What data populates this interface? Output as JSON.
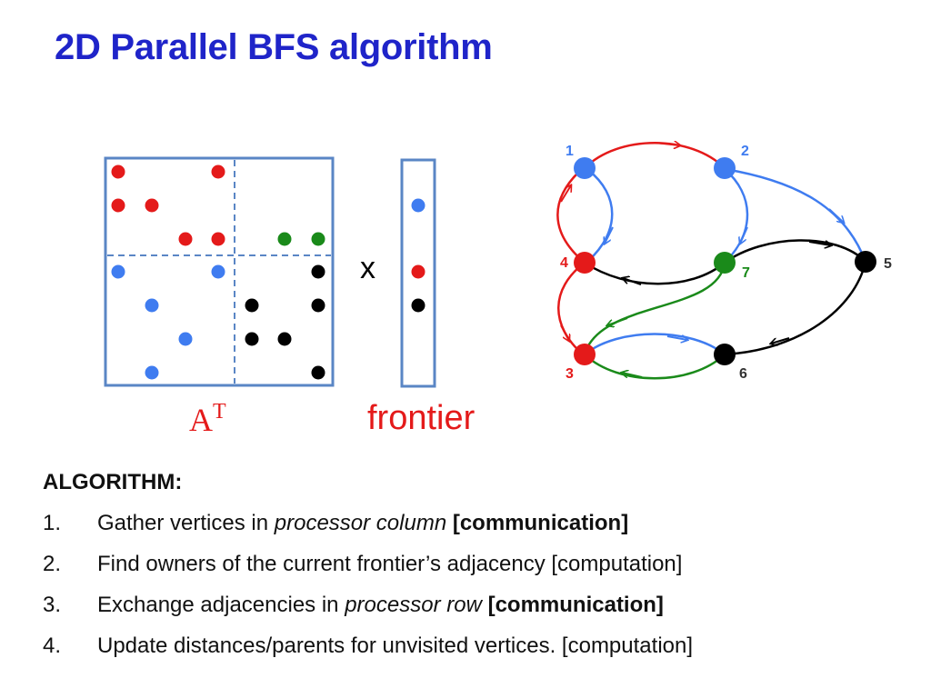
{
  "title": "2D Parallel BFS algorithm",
  "colors": {
    "title": "#1f24c9",
    "red": "#e41a1a",
    "green": "#1a8a1a",
    "blue": "#3f7cf0",
    "black": "#000000",
    "frame": "#5a86c5"
  },
  "matrix": {
    "label_base": "A",
    "label_sup": "T",
    "cells": [
      {
        "row": 1,
        "col": 1,
        "color": "red"
      },
      {
        "row": 1,
        "col": 4,
        "color": "red"
      },
      {
        "row": 2,
        "col": 1,
        "color": "red"
      },
      {
        "row": 2,
        "col": 2,
        "color": "red"
      },
      {
        "row": 3,
        "col": 3,
        "color": "red"
      },
      {
        "row": 3,
        "col": 4,
        "color": "red"
      },
      {
        "row": 3,
        "col": 6,
        "color": "green"
      },
      {
        "row": 3,
        "col": 7,
        "color": "green"
      },
      {
        "row": 4,
        "col": 1,
        "color": "blue"
      },
      {
        "row": 4,
        "col": 4,
        "color": "blue"
      },
      {
        "row": 4,
        "col": 7,
        "color": "black"
      },
      {
        "row": 5,
        "col": 2,
        "color": "blue"
      },
      {
        "row": 5,
        "col": 5,
        "color": "black"
      },
      {
        "row": 5,
        "col": 7,
        "color": "black"
      },
      {
        "row": 6,
        "col": 3,
        "color": "blue"
      },
      {
        "row": 6,
        "col": 5,
        "color": "black"
      },
      {
        "row": 6,
        "col": 6,
        "color": "black"
      },
      {
        "row": 7,
        "col": 2,
        "color": "blue"
      },
      {
        "row": 7,
        "col": 7,
        "color": "black"
      }
    ]
  },
  "operator": "x",
  "frontier": {
    "label": "frontier",
    "cells": [
      {
        "row": 2,
        "color": "blue"
      },
      {
        "row": 4,
        "color": "red"
      },
      {
        "row": 5,
        "color": "black"
      }
    ]
  },
  "graph": {
    "nodes": [
      {
        "id": "1",
        "label": "1",
        "color": "blue"
      },
      {
        "id": "2",
        "label": "2",
        "color": "blue"
      },
      {
        "id": "3",
        "label": "3",
        "color": "red"
      },
      {
        "id": "4",
        "label": "4",
        "color": "red"
      },
      {
        "id": "5",
        "label": "5",
        "color": "black"
      },
      {
        "id": "6",
        "label": "6",
        "color": "black"
      },
      {
        "id": "7",
        "label": "7",
        "color": "green"
      }
    ],
    "edges": [
      {
        "from": "1",
        "to": "2",
        "color": "red"
      },
      {
        "from": "4",
        "to": "1",
        "color": "red"
      },
      {
        "from": "1",
        "to": "4",
        "color": "blue"
      },
      {
        "from": "2",
        "to": "7",
        "color": "blue"
      },
      {
        "from": "2",
        "to": "5",
        "color": "blue"
      },
      {
        "from": "7",
        "to": "5",
        "color": "black"
      },
      {
        "from": "7",
        "to": "4",
        "color": "black"
      },
      {
        "from": "4",
        "to": "3",
        "color": "red"
      },
      {
        "from": "7",
        "to": "3",
        "color": "green"
      },
      {
        "from": "3",
        "to": "6",
        "color": "blue"
      },
      {
        "from": "6",
        "to": "3",
        "color": "green"
      },
      {
        "from": "5",
        "to": "6",
        "color": "black"
      }
    ]
  },
  "algorithm": {
    "heading": "ALGORITHM:",
    "steps": [
      {
        "num": "1.",
        "pre": "Gather vertices in ",
        "em": "processor column",
        "mid": " ",
        "bold": "[communication]",
        "post": ""
      },
      {
        "num": "2.",
        "pre": "Find owners of the current frontier’s adjacency [computation]",
        "em": "",
        "mid": "",
        "bold": "",
        "post": ""
      },
      {
        "num": "3.",
        "pre": "Exchange adjacencies in ",
        "em": "processor row",
        "mid": " ",
        "bold": "[communication]",
        "post": ""
      },
      {
        "num": "4.",
        "pre": "Update distances/parents for unvisited vertices. [computation]",
        "em": "",
        "mid": "",
        "bold": "",
        "post": ""
      }
    ]
  }
}
